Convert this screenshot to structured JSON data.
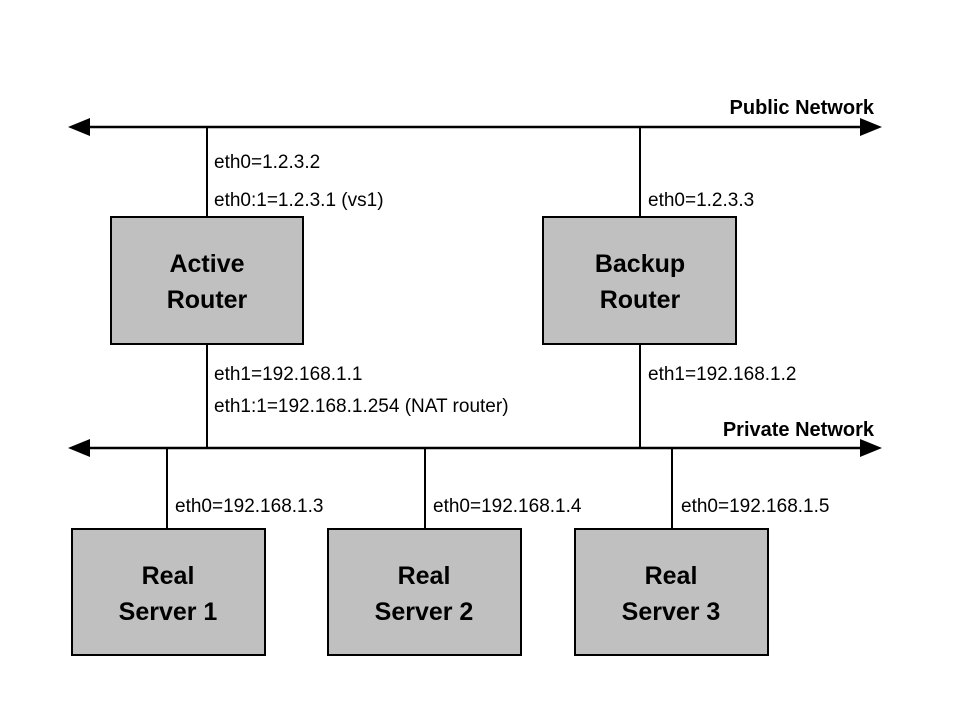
{
  "diagram": {
    "title": "LVS NAT router high-availability network topology",
    "background_color": "#ffffff",
    "box_fill_color": "#c0c0c0",
    "line_color": "#000000",
    "networks": [
      {
        "id": "public",
        "label": "Public Network",
        "orientation": "horizontal",
        "arrows": "both"
      },
      {
        "id": "private",
        "label": "Private Network",
        "orientation": "horizontal",
        "arrows": "both"
      }
    ],
    "nodes": [
      {
        "id": "active-router",
        "line1": "Active",
        "line2": "Router",
        "public_ifaces": [
          "eth0=1.2.3.2",
          "eth0:1=1.2.3.1 (vs1)"
        ],
        "private_ifaces": [
          "eth1=192.168.1.1",
          "eth1:1=192.168.1.254 (NAT router)"
        ]
      },
      {
        "id": "backup-router",
        "line1": "Backup",
        "line2": "Router",
        "public_ifaces": [
          "eth0=1.2.3.3"
        ],
        "private_ifaces": [
          "eth1=192.168.1.2"
        ]
      },
      {
        "id": "real-server-1",
        "line1": "Real",
        "line2": "Server 1",
        "private_ifaces": [
          "eth0=192.168.1.3"
        ]
      },
      {
        "id": "real-server-2",
        "line1": "Real",
        "line2": "Server 2",
        "private_ifaces": [
          "eth0=192.168.1.4"
        ]
      },
      {
        "id": "real-server-3",
        "line1": "Real",
        "line2": "Server 3",
        "private_ifaces": [
          "eth0=192.168.1.5"
        ]
      }
    ],
    "labels": {
      "public_network": "Public Network",
      "private_network": "Private Network",
      "active_eth0": "eth0=1.2.3.2",
      "active_eth0_alias": "eth0:1=1.2.3.1 (vs1)",
      "backup_eth0": "eth0=1.2.3.3",
      "active_eth1": "eth1=192.168.1.1",
      "active_eth1_alias": "eth1:1=192.168.1.254 (NAT router)",
      "backup_eth1": "eth1=192.168.1.2",
      "server1_eth0": "eth0=192.168.1.3",
      "server2_eth0": "eth0=192.168.1.4",
      "server3_eth0": "eth0=192.168.1.5",
      "active_router_line1": "Active",
      "active_router_line2": "Router",
      "backup_router_line1": "Backup",
      "backup_router_line2": "Router",
      "server1_line1": "Real",
      "server1_line2": "Server 1",
      "server2_line1": "Real",
      "server2_line2": "Server 2",
      "server3_line1": "Real",
      "server3_line2": "Server 3"
    }
  }
}
